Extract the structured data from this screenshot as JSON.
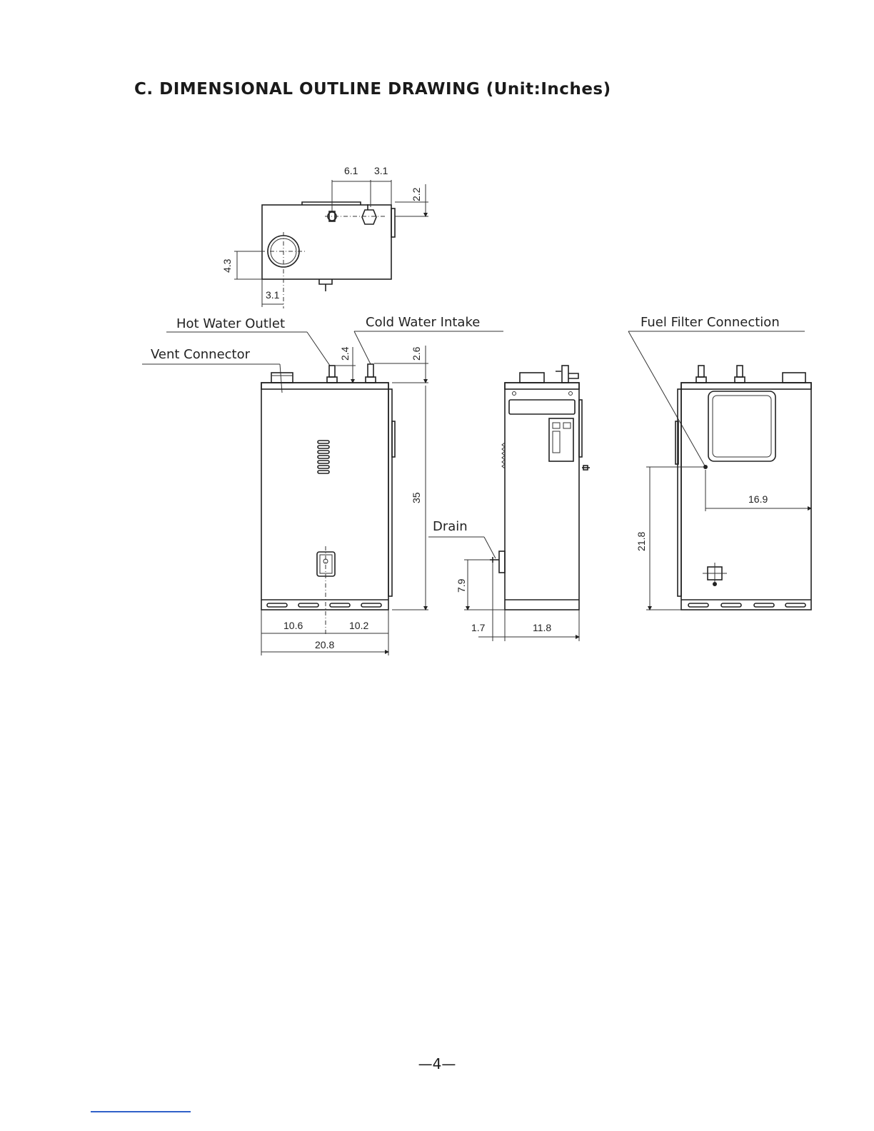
{
  "title": "C. DIMENSIONAL OUTLINE DRAWING (Unit:Inches)",
  "page_number": "—4—",
  "labels": {
    "hot_water_outlet": "Hot Water Outlet",
    "cold_water_intake": "Cold Water Intake",
    "vent_connector": "Vent Connector",
    "fuel_filter_connection": "Fuel Filter Connection",
    "drain": "Drain"
  },
  "dimensions": {
    "top_6_1": "6.1",
    "top_3_1": "3.1",
    "top_2_2": "2.2",
    "top_4_3": "4.3",
    "top_3_1_bottom": "3.1",
    "front_2_4": "2.4",
    "front_2_6": "2.6",
    "front_35": "35",
    "front_10_6": "10.6",
    "front_10_2": "10.2",
    "front_20_8": "20.8",
    "side_7_9": "7.9",
    "side_1_7": "1.7",
    "side_11_8": "11.8",
    "back_16_9": "16.9",
    "back_21_8": "21.8"
  },
  "colors": {
    "line": "#222222",
    "accent_rule": "#3060c8"
  }
}
